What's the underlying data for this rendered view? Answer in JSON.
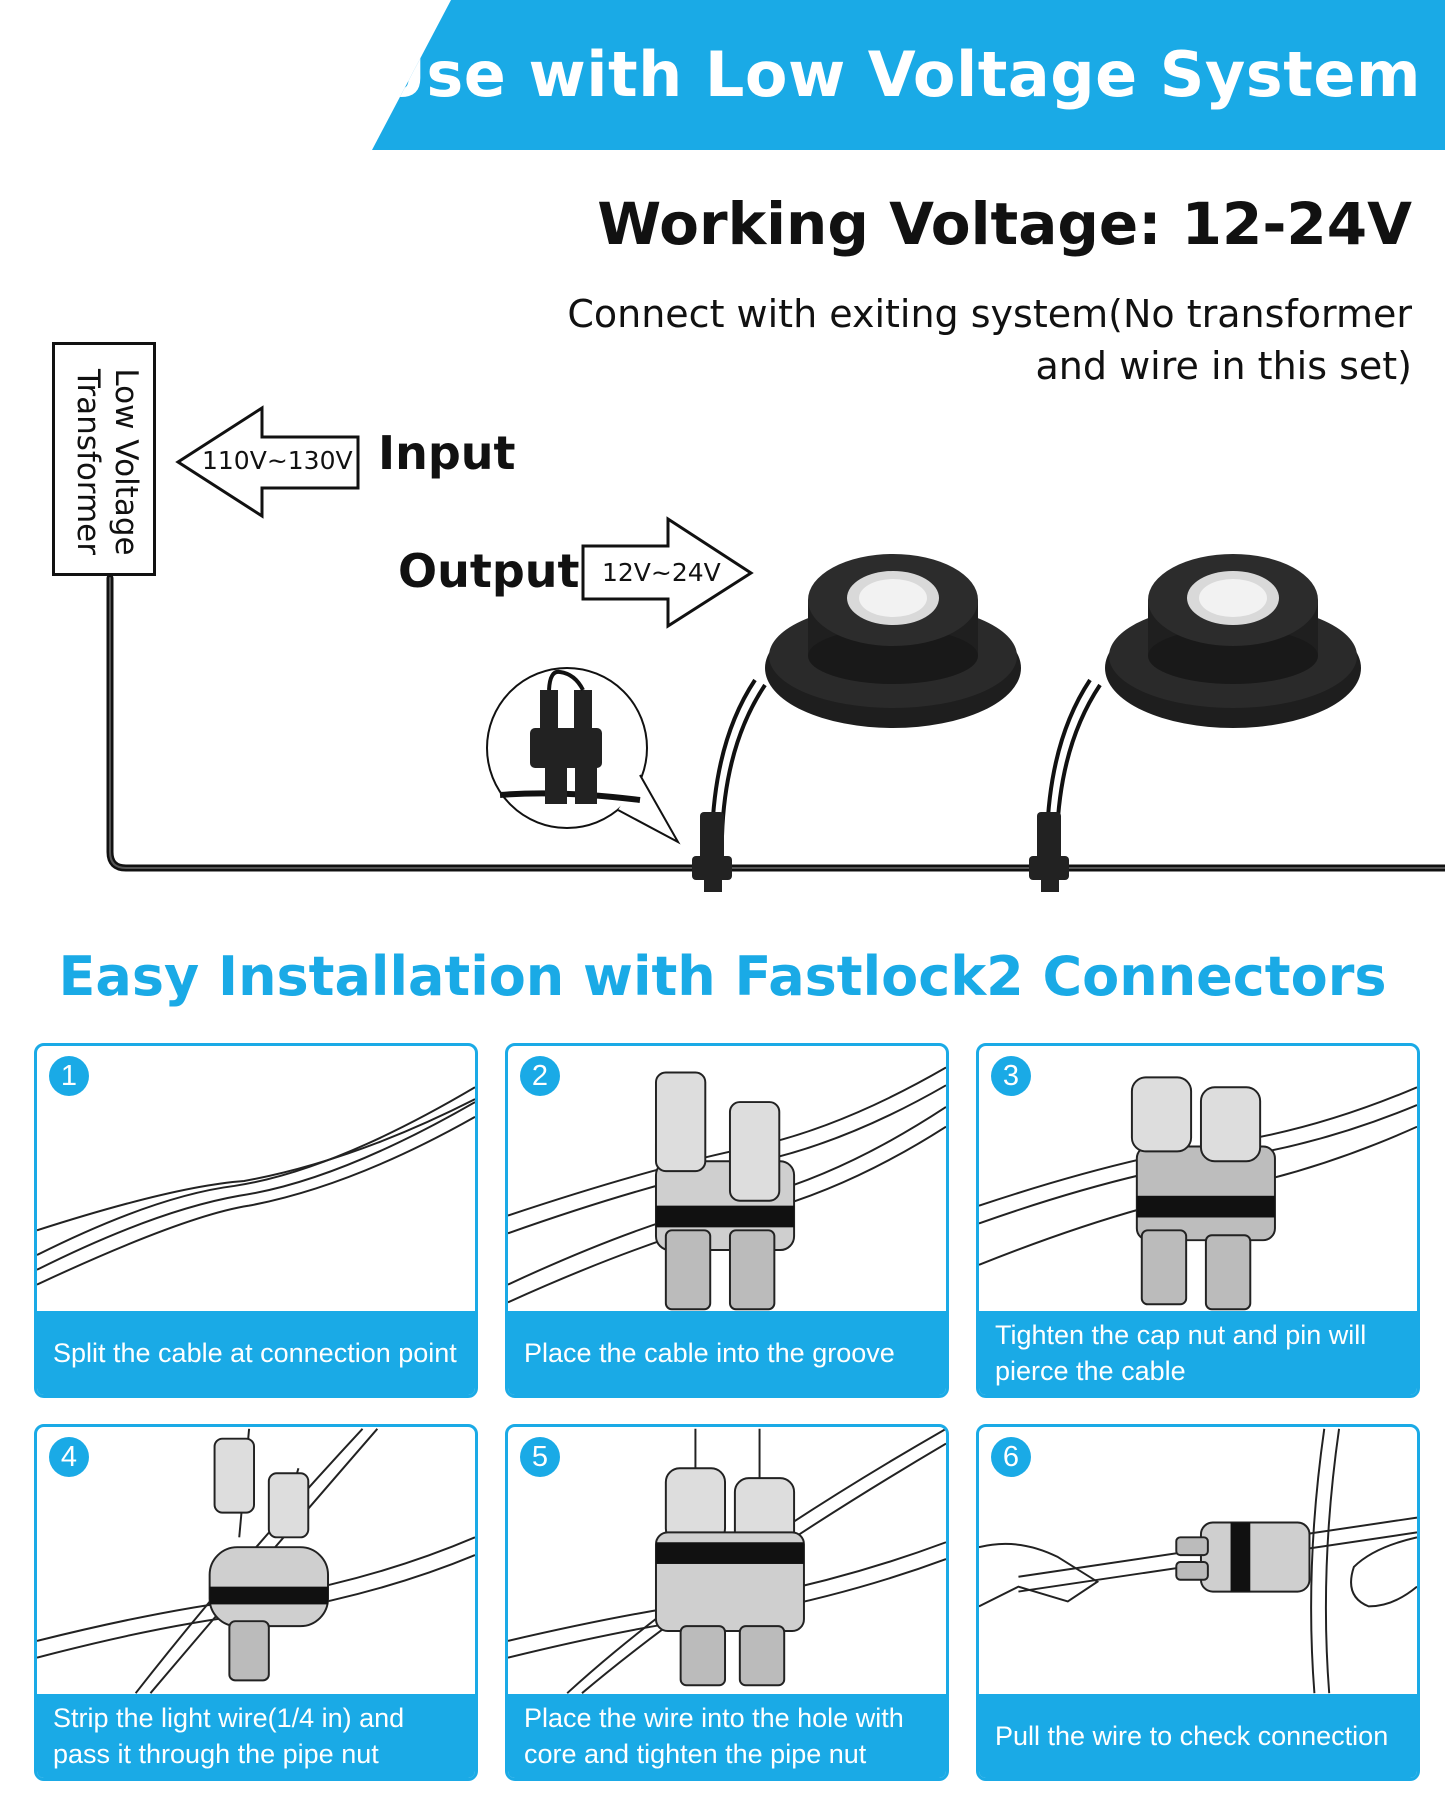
{
  "banner": {
    "title": "Use with Low Voltage System",
    "color": "#1aaae6"
  },
  "voltage": {
    "title": "Working Voltage: 12-24V"
  },
  "connect_note": {
    "line1": "Connect with exiting system(No transformer",
    "line2": "and wire in this set)"
  },
  "transformer": {
    "line1": "Low Voltage",
    "line2": "Transformer"
  },
  "input": {
    "label": "Input",
    "range": "110V~130V"
  },
  "output": {
    "label": "Output",
    "range": "12V~24V"
  },
  "section_title": "Easy Installation with Fastlock2 Connectors",
  "steps": [
    {
      "number": "1",
      "caption": "Split the cable at connection point"
    },
    {
      "number": "2",
      "caption": "Place the cable into the groove"
    },
    {
      "number": "3",
      "caption": "Tighten the cap nut and pin will pierce the cable"
    },
    {
      "number": "4",
      "caption": "Strip the light wire(1/4 in) and pass it through the pipe nut"
    },
    {
      "number": "5",
      "caption": "Place the wire into the hole with core and tighten the pipe nut"
    },
    {
      "number": "6",
      "caption": "Pull the wire to check connection"
    }
  ]
}
